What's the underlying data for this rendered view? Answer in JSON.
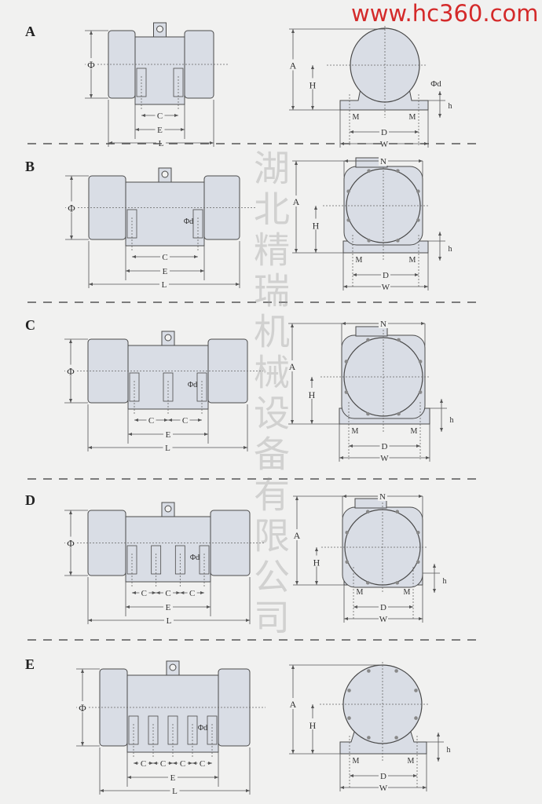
{
  "sections": [
    {
      "label": "A",
      "side": {
        "phi": "Φ",
        "c": [
          "C"
        ],
        "e": "E",
        "l": "L"
      },
      "front": {
        "a": "A",
        "h_big": "H",
        "phid": "Φd",
        "h_small": "h",
        "m": "M",
        "d": "D",
        "w": "W"
      }
    },
    {
      "label": "B",
      "side": {
        "phi": "Φ",
        "c": [
          "C"
        ],
        "e": "E",
        "l": "L",
        "phid": "Φd"
      },
      "front": {
        "n": "N",
        "a": "A",
        "h_big": "H",
        "h_small": "h",
        "m": "M",
        "d": "D",
        "w": "W"
      }
    },
    {
      "label": "C",
      "side": {
        "phi": "Φ",
        "c": [
          "C",
          "C"
        ],
        "e": "E",
        "l": "L",
        "phid": "Φd"
      },
      "front": {
        "n": "N",
        "a": "A",
        "h_big": "H",
        "h_small": "h",
        "m": "M",
        "d": "D",
        "w": "W"
      }
    },
    {
      "label": "D",
      "side": {
        "phi": "Φ",
        "c": [
          "C",
          "C",
          "C"
        ],
        "e": "E",
        "l": "L",
        "phid": "Φd"
      },
      "front": {
        "n": "N",
        "a": "A",
        "h_big": "H",
        "h_small": "h",
        "m": "M",
        "d": "D",
        "w": "W"
      }
    },
    {
      "label": "E",
      "side": {
        "phi": "Φ",
        "c": [
          "C",
          "C",
          "C",
          "C"
        ],
        "e": "E",
        "l": "L",
        "phid": "Φd"
      },
      "front": {
        "a": "A",
        "h_big": "H",
        "h_small": "h",
        "m": "M",
        "d": "D",
        "w": "W"
      }
    }
  ],
  "watermark": "湖北精瑞机械设备有限公司",
  "site": "www.hc360.com",
  "colors": {
    "body_fill": "#d9dde5",
    "stroke": "#4a4a4a",
    "watermark_site": "#d42a2a"
  }
}
